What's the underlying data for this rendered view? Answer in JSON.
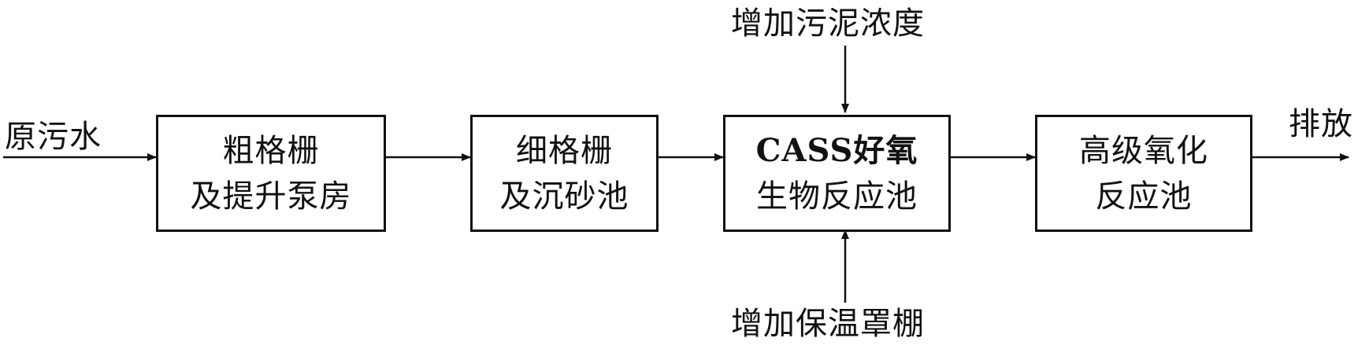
{
  "diagram": {
    "input_label": "原污水",
    "output_label": "排放",
    "top_note": "增加污泥浓度",
    "bottom_note": "增加保温罩棚",
    "boxes": [
      {
        "line1": "粗格栅",
        "line2": "及提升泵房"
      },
      {
        "line1": "细格栅",
        "line2": "及沉砂池"
      },
      {
        "line1": "CASS好氧",
        "line2": "生物反应池"
      },
      {
        "line1": "高级氧化",
        "line2": "反应池"
      }
    ]
  }
}
